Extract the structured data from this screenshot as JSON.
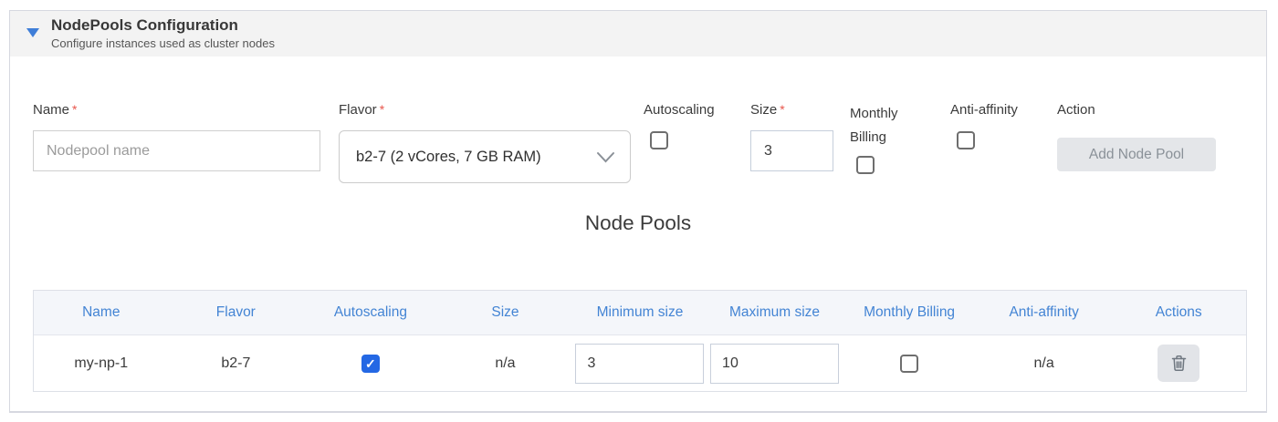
{
  "panel": {
    "title": "NodePools Configuration",
    "subtitle": "Configure instances used as cluster nodes"
  },
  "required_marker": "*",
  "form": {
    "name": {
      "label": "Name",
      "placeholder": "Nodepool name",
      "value": ""
    },
    "flavor": {
      "label": "Flavor",
      "selected_option": "b2-7 (2 vCores, 7 GB RAM)"
    },
    "autoscaling": {
      "label": "Autoscaling",
      "checked": false
    },
    "size": {
      "label": "Size",
      "value": "3"
    },
    "monthly_billing": {
      "label": "Monthly Billing",
      "checked": false
    },
    "anti_affinity": {
      "label": "Anti-affinity",
      "checked": false
    },
    "action": {
      "label": "Action",
      "button_label": "Add Node Pool"
    }
  },
  "section": {
    "title": "Node Pools"
  },
  "table": {
    "headers": [
      "Name",
      "Flavor",
      "Autoscaling",
      "Size",
      "Minimum size",
      "Maximum size",
      "Monthly Billing",
      "Anti-affinity",
      "Actions"
    ],
    "rows": [
      {
        "name": "my-np-1",
        "flavor": "b2-7",
        "autoscaling_checked": true,
        "size": "n/a",
        "minimum_size": "3",
        "maximum_size": "10",
        "monthly_billing_checked": false,
        "anti_affinity": "n/a",
        "action": "trash-icon"
      }
    ]
  },
  "checkmark_glyph": "✓",
  "colors": {
    "accent_blue": "#3f7ed8",
    "table_header_text": "#4384d4",
    "checkbox_checked": "#2468e4",
    "required_red": "#e8564c",
    "panel_header_bg": "#f3f3f3",
    "table_header_bg": "#f4f6fa"
  }
}
